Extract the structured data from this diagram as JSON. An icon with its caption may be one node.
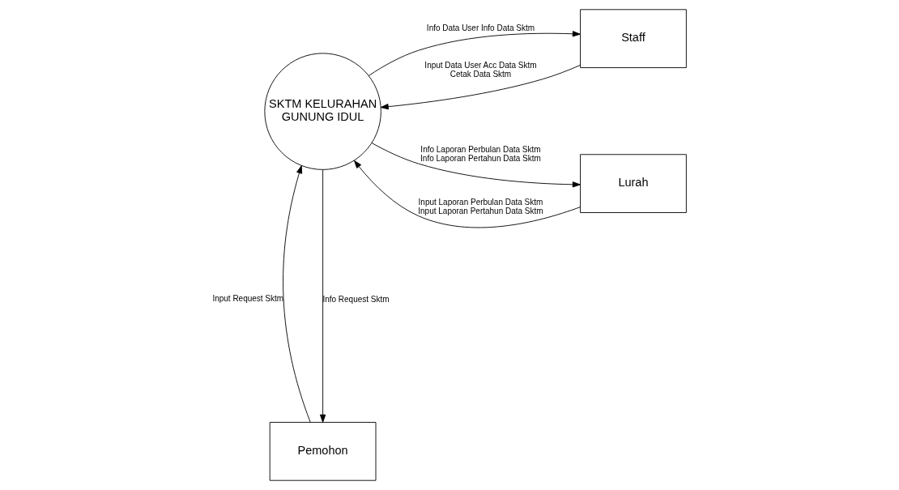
{
  "diagram": {
    "nodes": [
      {
        "text": [
          "Pemohon"
        ]
      },
      {
        "text": [
          "SKTM KELURAHAN GUNUNG IDUL"
        ]
      },
      {
        "text": [
          "Staff"
        ]
      },
      {
        "text": [
          "Lurah"
        ]
      }
    ],
    "edges": [
      {
        "from": 1,
        "to": 0,
        "arrow": "to",
        "label": "Info Request Sktm"
      },
      {
        "from": 0,
        "to": 1,
        "arrow": "to",
        "label": "Input Request Sktm"
      },
      {
        "from": 2,
        "to": 1,
        "arrow": "to",
        "label": "Input Data User Acc Data Sktm Cetak Data Sktm"
      },
      {
        "from": 1,
        "to": 2,
        "arrow": "to",
        "label": "Info Data User Info Data Sktm"
      },
      {
        "from": 1,
        "to": 3,
        "arrow": "to",
        "label": "Info Laporan Perbulan Data Sktm Info Laporan Pertahun Data Sktm"
      },
      {
        "from": 3,
        "to": 1,
        "arrow": "to",
        "label": "Input Laporan Perbulan Data Sktm Input Laporan Pertahun Data Sktm"
      }
    ]
  }
}
